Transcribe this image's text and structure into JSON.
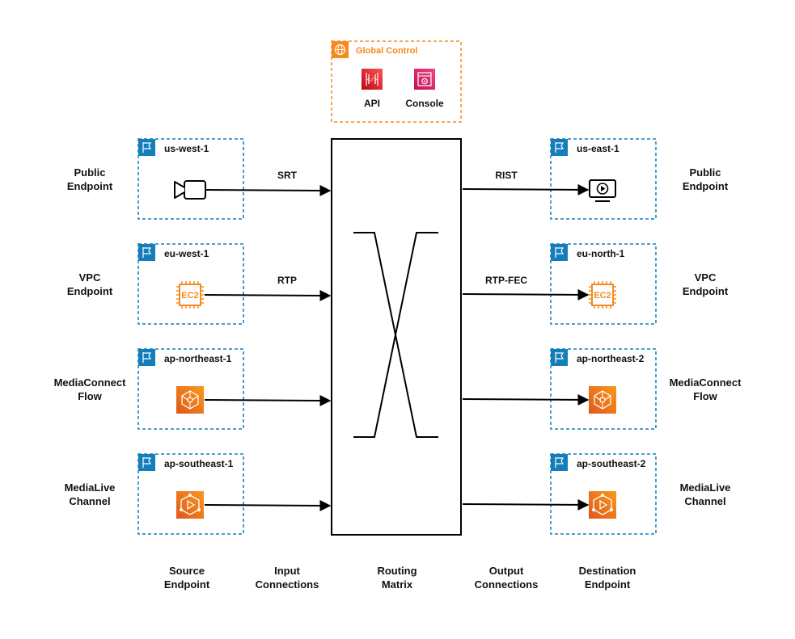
{
  "global_control": {
    "title": "Global Control",
    "api_label": "API",
    "console_label": "Console"
  },
  "sources": [
    {
      "region": "us-west-1",
      "type": "Public\nEndpoint",
      "icon": "video-camera-icon",
      "protocol": "SRT"
    },
    {
      "region": "eu-west-1",
      "type": "VPC\nEndpoint",
      "icon": "ec2-icon",
      "protocol": "RTP"
    },
    {
      "region": "ap-northeast-1",
      "type": "MediaConnect\nFlow",
      "icon": "mediaconnect-icon",
      "protocol": ""
    },
    {
      "region": "ap-southeast-1",
      "type": "MediaLive\nChannel",
      "icon": "medialive-icon",
      "protocol": ""
    }
  ],
  "destinations": [
    {
      "region": "us-east-1",
      "type": "Public\nEndpoint",
      "icon": "monitor-play-icon",
      "protocol": "RIST"
    },
    {
      "region": "eu-north-1",
      "type": "VPC\nEndpoint",
      "icon": "ec2-icon",
      "protocol": "RTP-FEC"
    },
    {
      "region": "ap-northeast-2",
      "type": "MediaConnect\nFlow",
      "icon": "mediaconnect-icon",
      "protocol": ""
    },
    {
      "region": "ap-southeast-2",
      "type": "MediaLive\nChannel",
      "icon": "medialive-icon",
      "protocol": ""
    }
  ],
  "ec2_text": "EC2",
  "column_labels": {
    "source": "Source\nEndpoint",
    "input": "Input\nConnections",
    "routing": "Routing\nMatrix",
    "output": "Output\nConnections",
    "destination": "Destination\nEndpoint"
  },
  "colors": {
    "region_blue": "#147eba",
    "aws_orange": "#f58a1f",
    "orange_gradient_top": "#f8991d",
    "orange_gradient_bottom": "#e0581b",
    "api_red": "#d6242d",
    "console_pink": "#e7157b"
  }
}
